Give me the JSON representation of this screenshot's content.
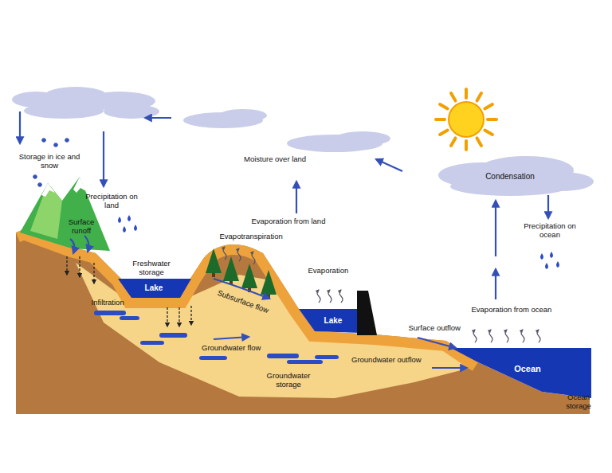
{
  "diagram": {
    "nodes": [
      {
        "text": [
          "Condensation"
        ]
      },
      {
        "text": [
          "Lake"
        ]
      },
      {
        "text": [
          "Lake"
        ]
      },
      {
        "text": [
          "Ocean"
        ]
      }
    ],
    "labels": [
      "Storage in ice and snow",
      "Precipitation on land",
      "Surface runoff",
      "Freshwater storage",
      "Infiltration",
      "Moisture over land",
      "Evaporation from land",
      "Evapotranspiration",
      "Subsurface flow",
      "Evaporation",
      "Groundwater flow",
      "Groundwater outflow",
      "Groundwater storage",
      "Surface outflow",
      "Evaporation from ocean",
      "Precipitation on ocean",
      "Ocean storage"
    ]
  }
}
